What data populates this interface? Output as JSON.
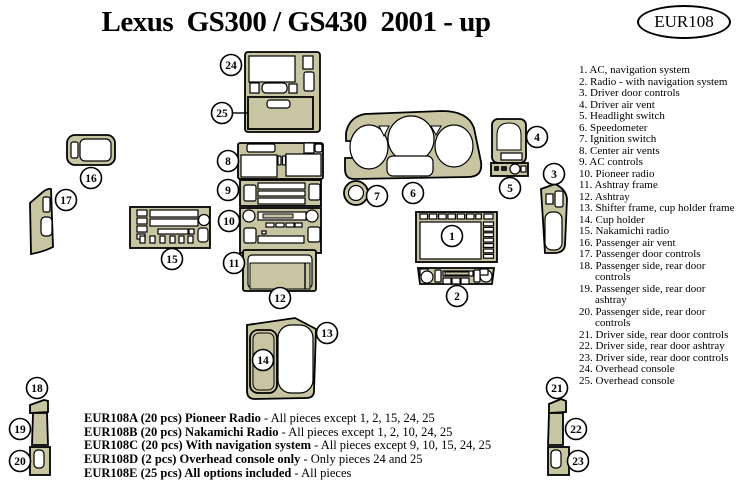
{
  "title": "Lexus  GS300 / GS430  2001 - up",
  "kit_badge": "EUR108",
  "colors": {
    "panel_tan": "#c8c5a2",
    "outline": "#000000",
    "background": "#ffffff"
  },
  "legend": [
    "1. AC, navigation system",
    "2. Radio - with navigation system",
    "3. Driver door controls",
    "4. Driver air vent",
    "5. Headlight switch",
    "6. Speedometer",
    "7. Ignition switch",
    "8. Center air vents",
    "9. AC controls",
    "10. Pioneer radio",
    "11. Ashtray frame",
    "12. Ashtray",
    "13. Shifter frame, cup holder frame",
    "14. Cup holder",
    "15. Nakamichi radio",
    "16. Passenger air vent",
    "17. Passenger door controls",
    "18. Passenger side, rear door\ncontrols",
    "19. Passenger side, rear door\nashtray",
    "20. Passenger side, rear door\ncontrols",
    "21. Driver side, rear door controls",
    "22. Driver side, rear door ashtray",
    "23. Driver side, rear door controls",
    "24. Overhead console",
    "25. Overhead console"
  ],
  "products": [
    {
      "bold": "EUR108A (20 pcs) Pioneer Radio",
      "rest": " - All pieces except 1, 2, 15, 24, 25"
    },
    {
      "bold": "EUR108B (20 pcs) Nakamichi Radio",
      "rest": " - All pieces except 1, 2, 10, 24, 25"
    },
    {
      "bold": "EUR108C (20 pcs) With navigation system",
      "rest": " - All pieces except 9, 10, 15, 24, 25"
    },
    {
      "bold": "EUR108D (2 pcs) Overhead console only",
      "rest": " - Only pieces 24 and 25"
    },
    {
      "bold": "EUR108E (25 pcs) All options included",
      "rest": " - All pieces"
    }
  ],
  "callouts": {
    "c1": "1",
    "c2": "2",
    "c3": "3",
    "c4": "4",
    "c5": "5",
    "c6": "6",
    "c7": "7",
    "c8": "8",
    "c9": "9",
    "c10": "10",
    "c11": "11",
    "c12": "12",
    "c13": "13",
    "c14": "14",
    "c15": "15",
    "c16": "16",
    "c17": "17",
    "c18": "18",
    "c19": "19",
    "c20": "20",
    "c21": "21",
    "c22": "22",
    "c23": "23",
    "c24": "24",
    "c25": "25"
  }
}
